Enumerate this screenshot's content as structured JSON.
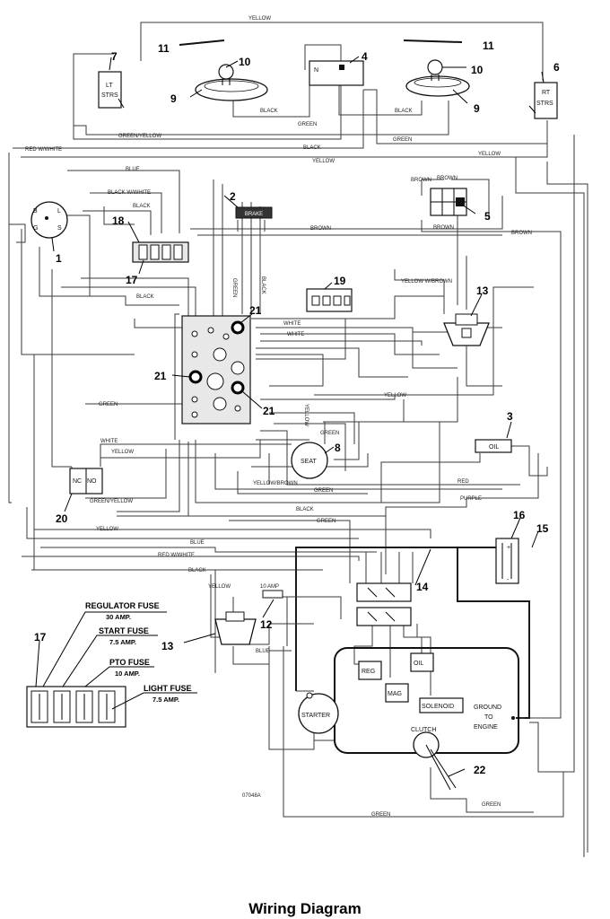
{
  "caption": "Wiring Diagram",
  "drawing_number": "07048A",
  "component_numbers": {
    "n1": "1",
    "n2": "2",
    "n3": "3",
    "n4": "4",
    "n5": "5",
    "n6": "6",
    "n7": "7",
    "n8": "8",
    "n9a": "9",
    "n9b": "9",
    "n10a": "10",
    "n10b": "10",
    "n11a": "11",
    "n11b": "11",
    "n12": "12",
    "n13a": "13",
    "n13b": "13",
    "n14": "14",
    "n15": "15",
    "n16": "16",
    "n17a": "17",
    "n17b": "17",
    "n18": "18",
    "n19": "19",
    "n21a": "21",
    "n21b": "21",
    "n21c": "21",
    "n20": "20",
    "n22": "22"
  },
  "component_labels": {
    "lt_strs_1": "LT",
    "lt_strs_2": "STRS",
    "rt_strs_1": "RT",
    "rt_strs_2": "STRS",
    "relay_pin": "N",
    "brake": "BRAKE",
    "oil_sender": "OIL",
    "seat": "SEAT",
    "starter": "STARTER",
    "reg": "REG",
    "mag": "MAG",
    "oil_engine": "OIL",
    "solenoid": "SOLENOID",
    "clutch": "CLUTCH",
    "ground_1": "GROUND",
    "ground_2": "TO",
    "ground_3": "ENGINE",
    "fuse_12": "10 AMP",
    "nc": "NC",
    "no": "NO",
    "key_b": "B",
    "key_l": "L",
    "key_s": "S",
    "key_g": "G"
  },
  "wire_labels": {
    "yellow_top": "YELLOW",
    "black_l": "BLACK",
    "black_r": "BLACK",
    "green_mid": "GREEN",
    "green_yellow": "GREEN/YELLOW",
    "green_2": "GREEN",
    "red_white": "RED W/WHITE",
    "black_2": "BLACK",
    "yellow_2": "YELLOW",
    "yellow_3": "YELLOW",
    "blue": "BLUE",
    "black_white": "BLACK W/WHITE",
    "black_3": "BLACK",
    "brown_1": "BROWN",
    "brown_2": "BROWN",
    "brown_3": "BROWN",
    "brown_4": "BROWN",
    "brown_5": "BROWN",
    "black_4": "BLACK",
    "green_v": "GREEN",
    "black_v": "BLACK",
    "yellow_w_brown": "YELLOW W/BROWN",
    "white_1": "WHITE",
    "white_2": "WHITE",
    "yellow_4": "YELLOW",
    "green_3": "GREEN",
    "yellow_v": "YELLOW",
    "white_3": "WHITE",
    "yellow_5": "YELLOW",
    "green_4": "GREEN",
    "yellow_brown": "YELLOW/BROWN",
    "green_yellow_2": "GREEN/YELLOW",
    "red": "RED",
    "purple": "PURPLE",
    "green_5": "GREEN",
    "black_5": "BLACK",
    "green_6": "GREEN",
    "yellow_6": "YELLOW",
    "blue_2": "BLUE",
    "red_white_2": "RED W/WHITE",
    "black_6": "BLACK",
    "yellow_7": "YELLOW",
    "blue_3": "BLUE",
    "green_7": "GREEN",
    "green_8": "GREEN"
  },
  "fuse_callouts": {
    "regulator_fuse": "REGULATOR FUSE",
    "regulator_amp": "30 AMP.",
    "start_fuse": "START FUSE",
    "start_amp": "7.5 AMP.",
    "pto_fuse": "PTO FUSE",
    "pto_amp": "10 AMP.",
    "light_fuse": "LIGHT FUSE",
    "light_amp": "7.5 AMP."
  }
}
